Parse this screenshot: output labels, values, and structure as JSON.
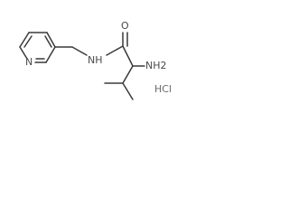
{
  "molecule": {
    "atom_labels": {
      "pyridine_nitrogen": "N",
      "amide_nitrogen": "NH",
      "carbonyl_oxygen": "O",
      "amine_group": "NH2"
    },
    "salt_label": "HCl"
  },
  "colors": {
    "bond": "#3a3a3a",
    "atom_text": "#4a4a4a",
    "salt_text": "#6a6a6a",
    "background": "#ffffff"
  }
}
